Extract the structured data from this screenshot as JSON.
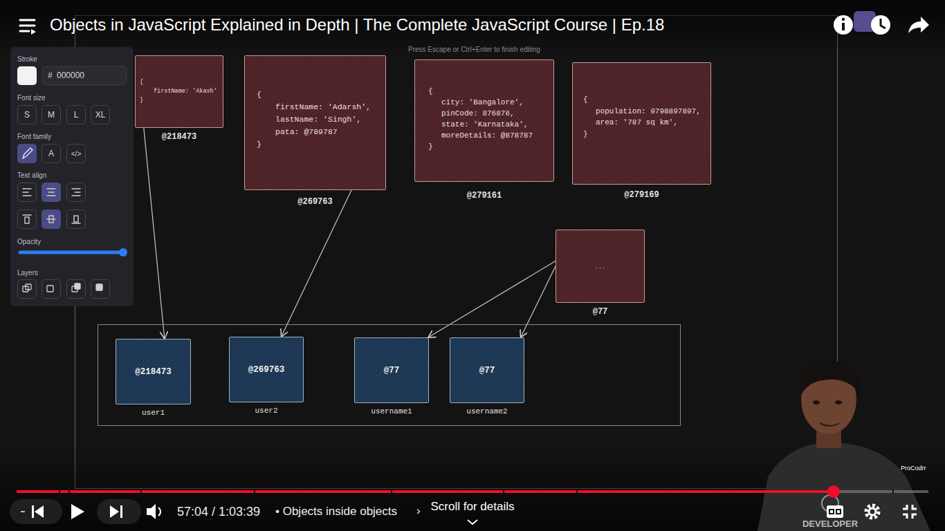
{
  "diagram": {
    "title": "Objects in JavaScript Explained in Depth | The Complete JavaScript Course | Ep.18",
    "nodes": [
      {
        "text": [
          "{",
          "firstName: 'Akash'",
          "}",
          "@218473"
        ]
      },
      {
        "text": [
          "{",
          "firstName: 'Adarsh',",
          "lastName: 'Singh',",
          "pata: @789787",
          "}",
          "@269763"
        ]
      },
      {
        "text": [
          "{",
          "city: 'Bangalore',",
          "pinCode: 876876,",
          "state: 'Karnataka',",
          "moreDetails: @878787",
          "}",
          "@279161"
        ]
      },
      {
        "text": [
          "{",
          "population: 9798897897,",
          "area: '787 sq km',",
          "}",
          "@279169"
        ]
      },
      {
        "text": [
          "...",
          "@77"
        ]
      },
      {
        "text": []
      },
      {
        "text": [
          "@218473",
          "user1"
        ],
        "in": 5
      },
      {
        "text": [
          "@269763",
          "user2"
        ],
        "in": 5
      },
      {
        "text": [
          "@77",
          "username1"
        ],
        "in": 5
      },
      {
        "text": [
          "@77",
          "username2"
        ],
        "in": 5
      }
    ],
    "edges": [
      {
        "from": 0,
        "to": 6,
        "arrow": "to"
      },
      {
        "from": 1,
        "to": 7,
        "arrow": "to"
      },
      {
        "from": 4,
        "to": 8,
        "arrow": "to"
      },
      {
        "from": 4,
        "to": 9,
        "arrow": "to"
      }
    ],
    "labels": [
      "Press Escape or Ctrl+Enter to finish editing",
      "Stroke",
      "#",
      "000000",
      "Font size",
      "S",
      "M",
      "L",
      "XL",
      "Font family",
      "A",
      "</>",
      "Text align",
      "Opacity",
      "Layers",
      "57:04 / 1:03:39",
      "• Objects inside objects",
      "›",
      "Scroll for details",
      "ProCodrr",
      "DEVELOPER"
    ]
  }
}
